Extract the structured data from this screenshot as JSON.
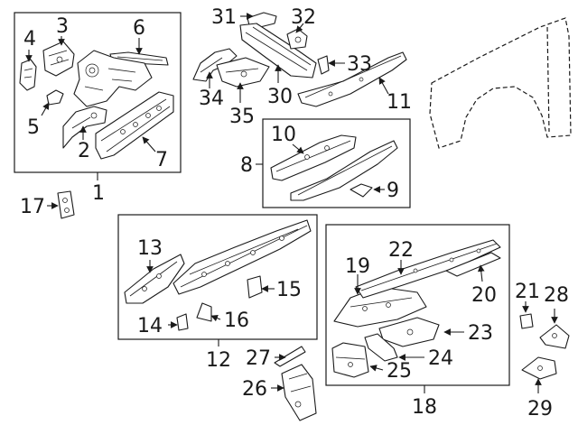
{
  "callouts": {
    "n1": "1",
    "n2": "2",
    "n3": "3",
    "n4": "4",
    "n5": "5",
    "n6": "6",
    "n7": "7",
    "n8": "8",
    "n9": "9",
    "n10": "10",
    "n11": "11",
    "n12": "12",
    "n13": "13",
    "n14": "14",
    "n15": "15",
    "n16": "16",
    "n17": "17",
    "n18": "18",
    "n19": "19",
    "n20": "20",
    "n21": "21",
    "n22": "22",
    "n23": "23",
    "n24": "24",
    "n25": "25",
    "n26": "26",
    "n27": "27",
    "n28": "28",
    "n29": "29",
    "n30": "30",
    "n31": "31",
    "n32": "32",
    "n33": "33",
    "n34": "34",
    "n35": "35"
  }
}
